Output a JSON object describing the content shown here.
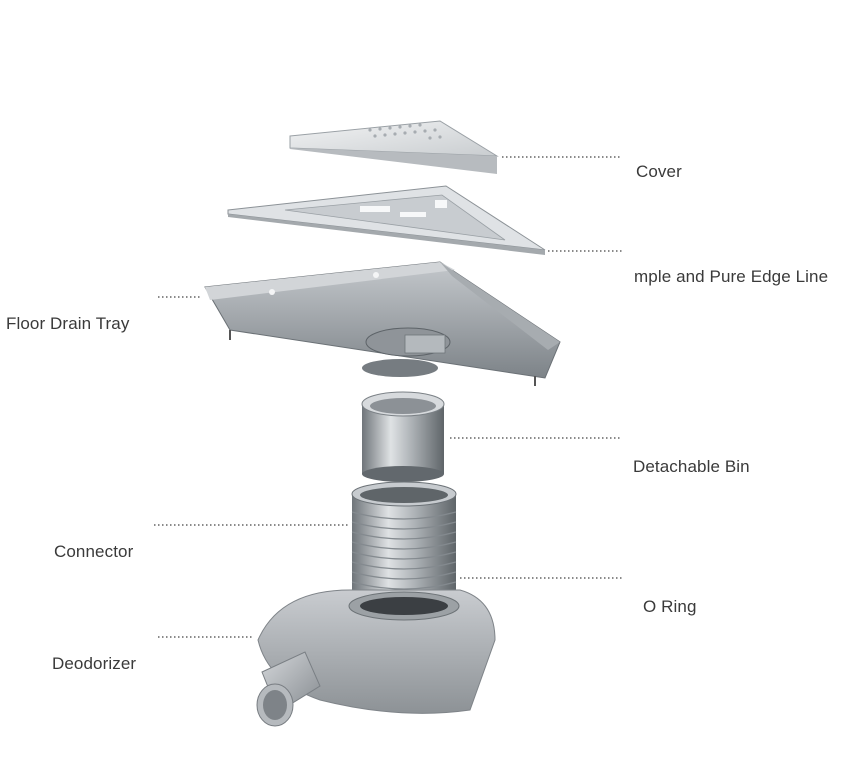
{
  "labels": {
    "cover": "Cover",
    "edge_line": "mple and Pure Edge Line",
    "tray": "Floor Drain Tray",
    "bin": "Detachable Bin",
    "connector": "Connector",
    "oring": "O Ring",
    "deodorizer": "Deodorizer"
  },
  "colors": {
    "background": "#ffffff",
    "label_text": "#3a3a3a",
    "steel_light": "#e6e8ea",
    "steel_mid": "#b9bdc1",
    "steel_dark": "#7c8287",
    "plastic_gray": "#a9adb1"
  }
}
